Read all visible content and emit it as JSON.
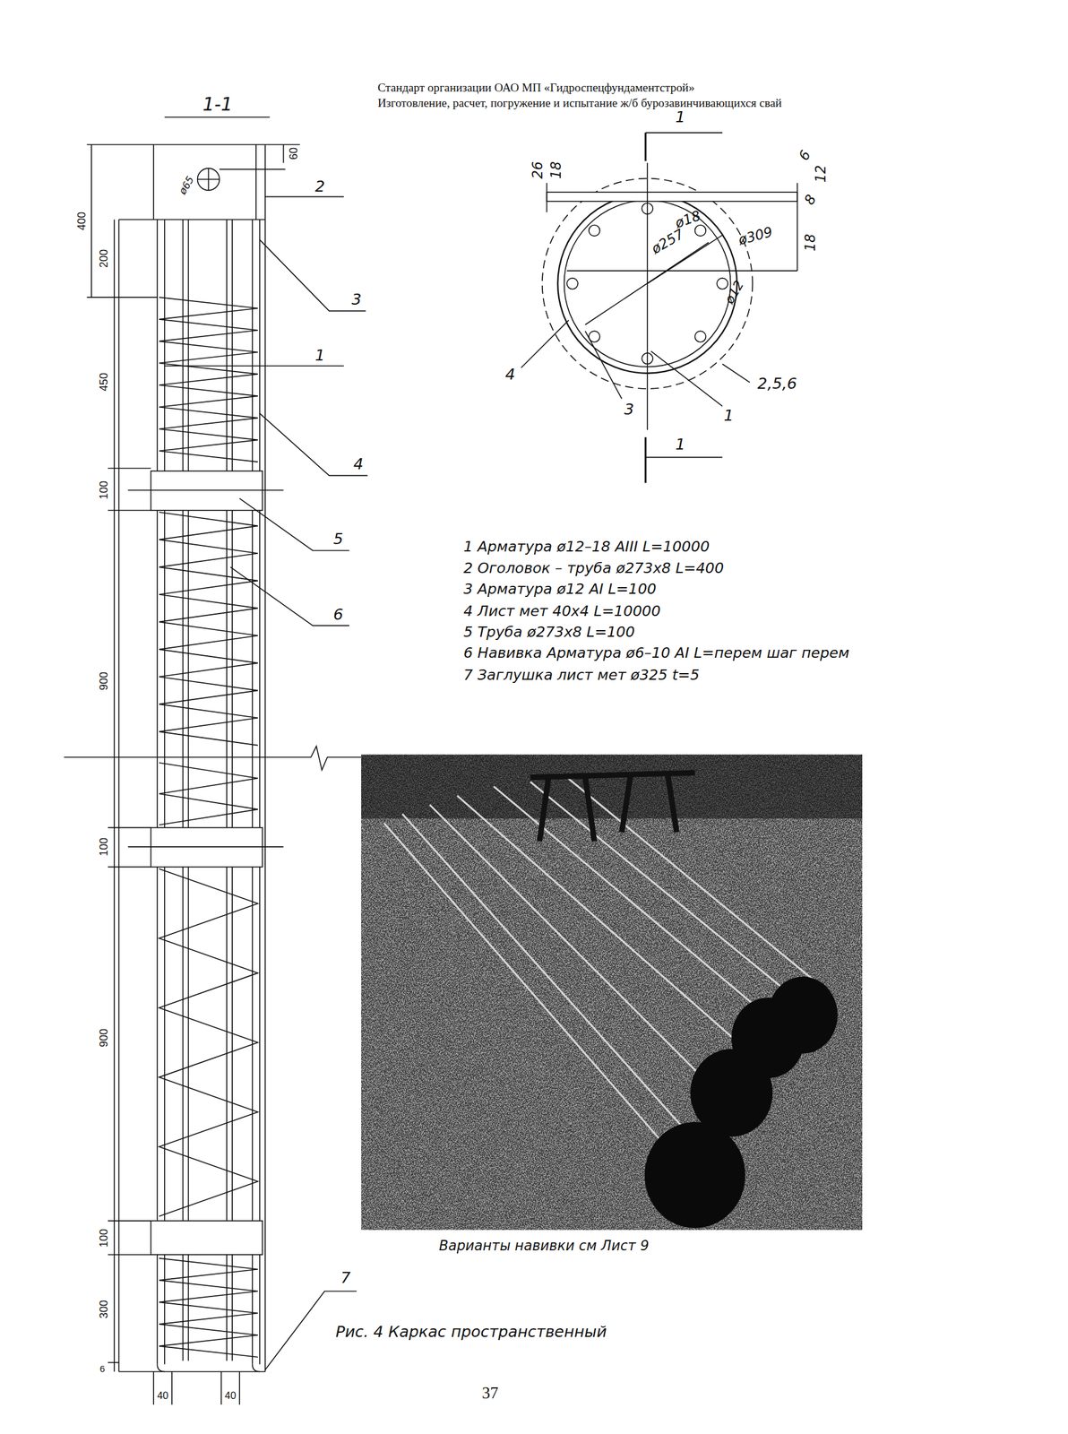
{
  "diagram": {
    "caption": "Рис. 4  Каркас пространственный",
    "labels": [
      "Стандарт организации ОАО МП «Гидроспецфундаментстрой»",
      "Изготовление, расчет, погружение и испытание ж/б бурозавинчивающихся свай",
      "1-1",
      "60",
      "ø65",
      "400",
      "200",
      "450",
      "100",
      "900",
      "100",
      "900",
      "100",
      "300",
      "6",
      "40",
      "40",
      "2",
      "3",
      "1",
      "4",
      "5",
      "6",
      "7",
      "1",
      "26",
      "18",
      "6",
      "12",
      "8",
      "18",
      "ø18",
      "ø257",
      "ø309",
      "ø12",
      "4",
      "3",
      "1",
      "2,5,6",
      "1",
      "1  Арматура ø12–18 AIII L=10000",
      "2  Оголовок – труба ø273x8 L=400",
      "3  Арматура ø12 AI L=100",
      "4  Лист мет 40x4  L=10000",
      "5  Труба ø273x8 L=100",
      "6  Навивка Арматура ø6–10 AI L=перем шаг перем",
      "7  Заглушка лист мет ø325 t=5",
      "Варианты навивки см Лист 9",
      "37"
    ]
  }
}
